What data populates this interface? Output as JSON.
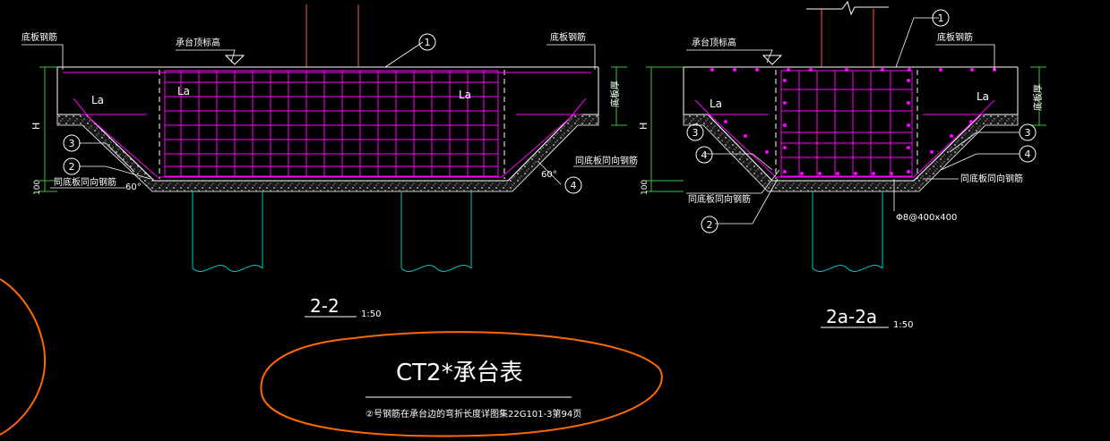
{
  "colors": {
    "background": "#000000",
    "outline": "#ffffff",
    "rebar": "#ff00ff",
    "pile": "#00c8c8",
    "column": "#ff5555",
    "dimension": "#3cc23c",
    "markup": "#ff6a00"
  },
  "section_left": {
    "label_bottom_slab_rebar_left": "底板钢筋",
    "label_cap_top_elev": "承台顶标高",
    "label_bottom_slab_rebar_right": "底板钢筋",
    "label_slab_thickness": "底板厚",
    "label_la_1": "La",
    "label_la_2": "La",
    "label_la_3": "La",
    "label_h": "H",
    "label_100": "100",
    "label_same_dir_left": "同底板同向钢筋",
    "label_same_dir_right": "同底板同向钢筋",
    "angle_left": "60°",
    "angle_right": "60°",
    "marker_1": "1",
    "marker_2": "2",
    "marker_3": "3",
    "marker_4": "4",
    "title": "2-2",
    "scale": "1:50"
  },
  "section_right": {
    "label_cap_top_elev": "承台顶标高",
    "label_bottom_slab_rebar": "底板钢筋",
    "label_slab_thickness": "底板厚",
    "label_la_1": "La",
    "label_la_2": "La",
    "label_h": "H",
    "label_100": "100",
    "label_same_dir_left": "同底板同向钢筋",
    "label_same_dir_right": "同底板同向钢筋",
    "label_stirrup": "Φ8@400x400",
    "marker_1": "1",
    "marker_2": "2",
    "marker_3a": "3",
    "marker_3b": "3",
    "marker_4a": "4",
    "marker_4b": "4",
    "title": "2a-2a",
    "scale": "1:50"
  },
  "table": {
    "title": "CT2*承台表",
    "note": "②号钢筋在承台边的弯折长度详图集22G101-3第94页"
  }
}
